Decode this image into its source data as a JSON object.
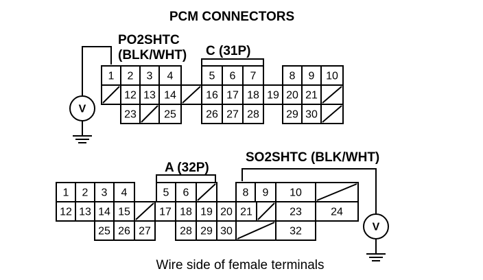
{
  "title": "PCM CONNECTORS",
  "caption": "Wire side of female terminals",
  "connector_c": {
    "name": "C (31P)",
    "signal_label": "PO2SHTC",
    "signal_wire": "(BLK/WHT)",
    "pins": [
      "1",
      "2",
      "3",
      "4",
      "5",
      "6",
      "7",
      "8",
      "9",
      "10",
      "12",
      "13",
      "14",
      "16",
      "17",
      "18",
      "19",
      "20",
      "21",
      "23",
      "25",
      "26",
      "27",
      "28",
      "29",
      "30"
    ]
  },
  "connector_a": {
    "name": "A (32P)",
    "signal_label": "SO2SHTC (BLK/WHT)",
    "pins": [
      "1",
      "2",
      "3",
      "4",
      "5",
      "6",
      "8",
      "9",
      "10",
      "12",
      "13",
      "14",
      "15",
      "17",
      "18",
      "19",
      "20",
      "21",
      "23",
      "24",
      "25",
      "26",
      "27",
      "28",
      "29",
      "30",
      "32"
    ]
  },
  "meter_symbol": "V"
}
